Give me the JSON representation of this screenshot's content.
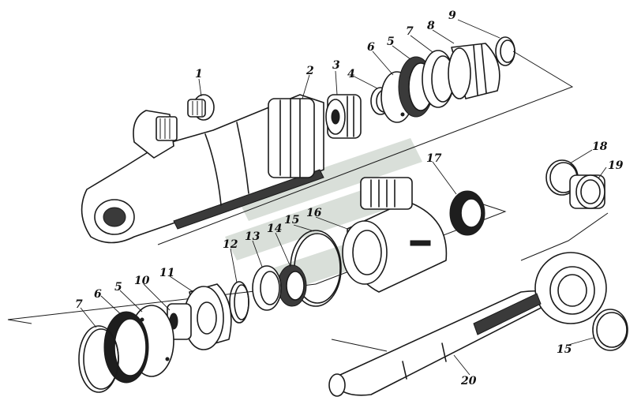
{
  "parts": [
    {
      "id": "1",
      "text": "1"
    },
    {
      "id": "2",
      "text": "2"
    },
    {
      "id": "3",
      "text": "3"
    },
    {
      "id": "4",
      "text": "4"
    },
    {
      "id": "6a",
      "text": "6"
    },
    {
      "id": "5a",
      "text": "5"
    },
    {
      "id": "7a",
      "text": "7"
    },
    {
      "id": "8",
      "text": "8"
    },
    {
      "id": "9",
      "text": "9"
    },
    {
      "id": "17",
      "text": "17"
    },
    {
      "id": "16",
      "text": "16"
    },
    {
      "id": "15a",
      "text": "15"
    },
    {
      "id": "14",
      "text": "14"
    },
    {
      "id": "13",
      "text": "13"
    },
    {
      "id": "12",
      "text": "12"
    },
    {
      "id": "11",
      "text": "11"
    },
    {
      "id": "10",
      "text": "10"
    },
    {
      "id": "5b",
      "text": "5"
    },
    {
      "id": "6b",
      "text": "6"
    },
    {
      "id": "7b",
      "text": "7"
    },
    {
      "id": "18",
      "text": "18"
    },
    {
      "id": "19",
      "text": "19"
    },
    {
      "id": "15b",
      "text": "15"
    },
    {
      "id": "20",
      "text": "20"
    }
  ],
  "colors": {
    "ink": "#1a1a1a",
    "paper": "#ffffff",
    "watermark": "#b9c4b9"
  }
}
